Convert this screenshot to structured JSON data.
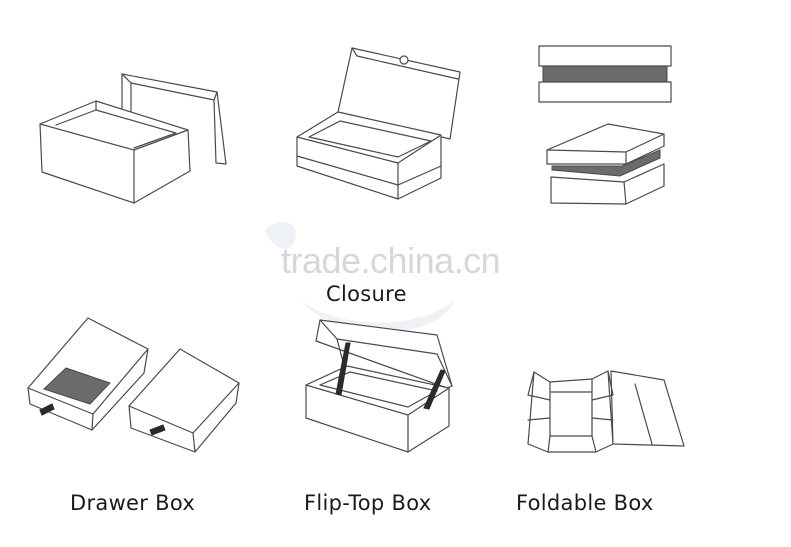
{
  "watermark": "trade.china.cn",
  "labels": {
    "closure": "Closure",
    "drawer": "Drawer Box",
    "flip_top": "Flip-Top Box",
    "foldable": "Foldable Box"
  },
  "colors": {
    "line": "#4a4a4a",
    "panel_dark": "#6b6b6b",
    "strap": "#2b2b2b",
    "watermark": "#d4d8dc"
  }
}
